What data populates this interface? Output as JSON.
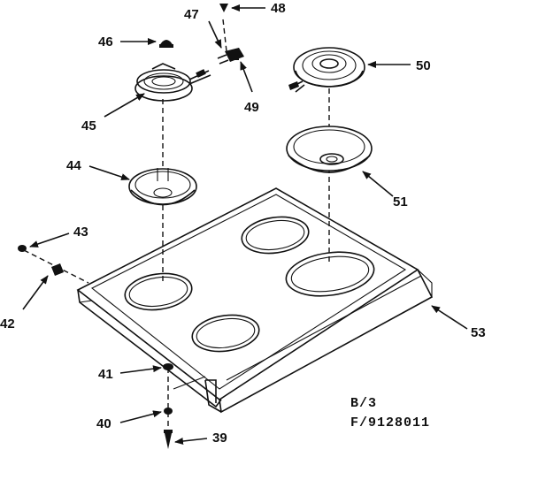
{
  "callouts": {
    "c39": "39",
    "c40": "40",
    "c41": "41",
    "c42": "42",
    "c43": "43",
    "c44": "44",
    "c45": "45",
    "c46": "46",
    "c47": "47",
    "c48": "48",
    "c49": "49",
    "c50": "50",
    "c51": "51",
    "c53": "53"
  },
  "codes": {
    "line1": "B/3",
    "line2": "F/9128011"
  }
}
